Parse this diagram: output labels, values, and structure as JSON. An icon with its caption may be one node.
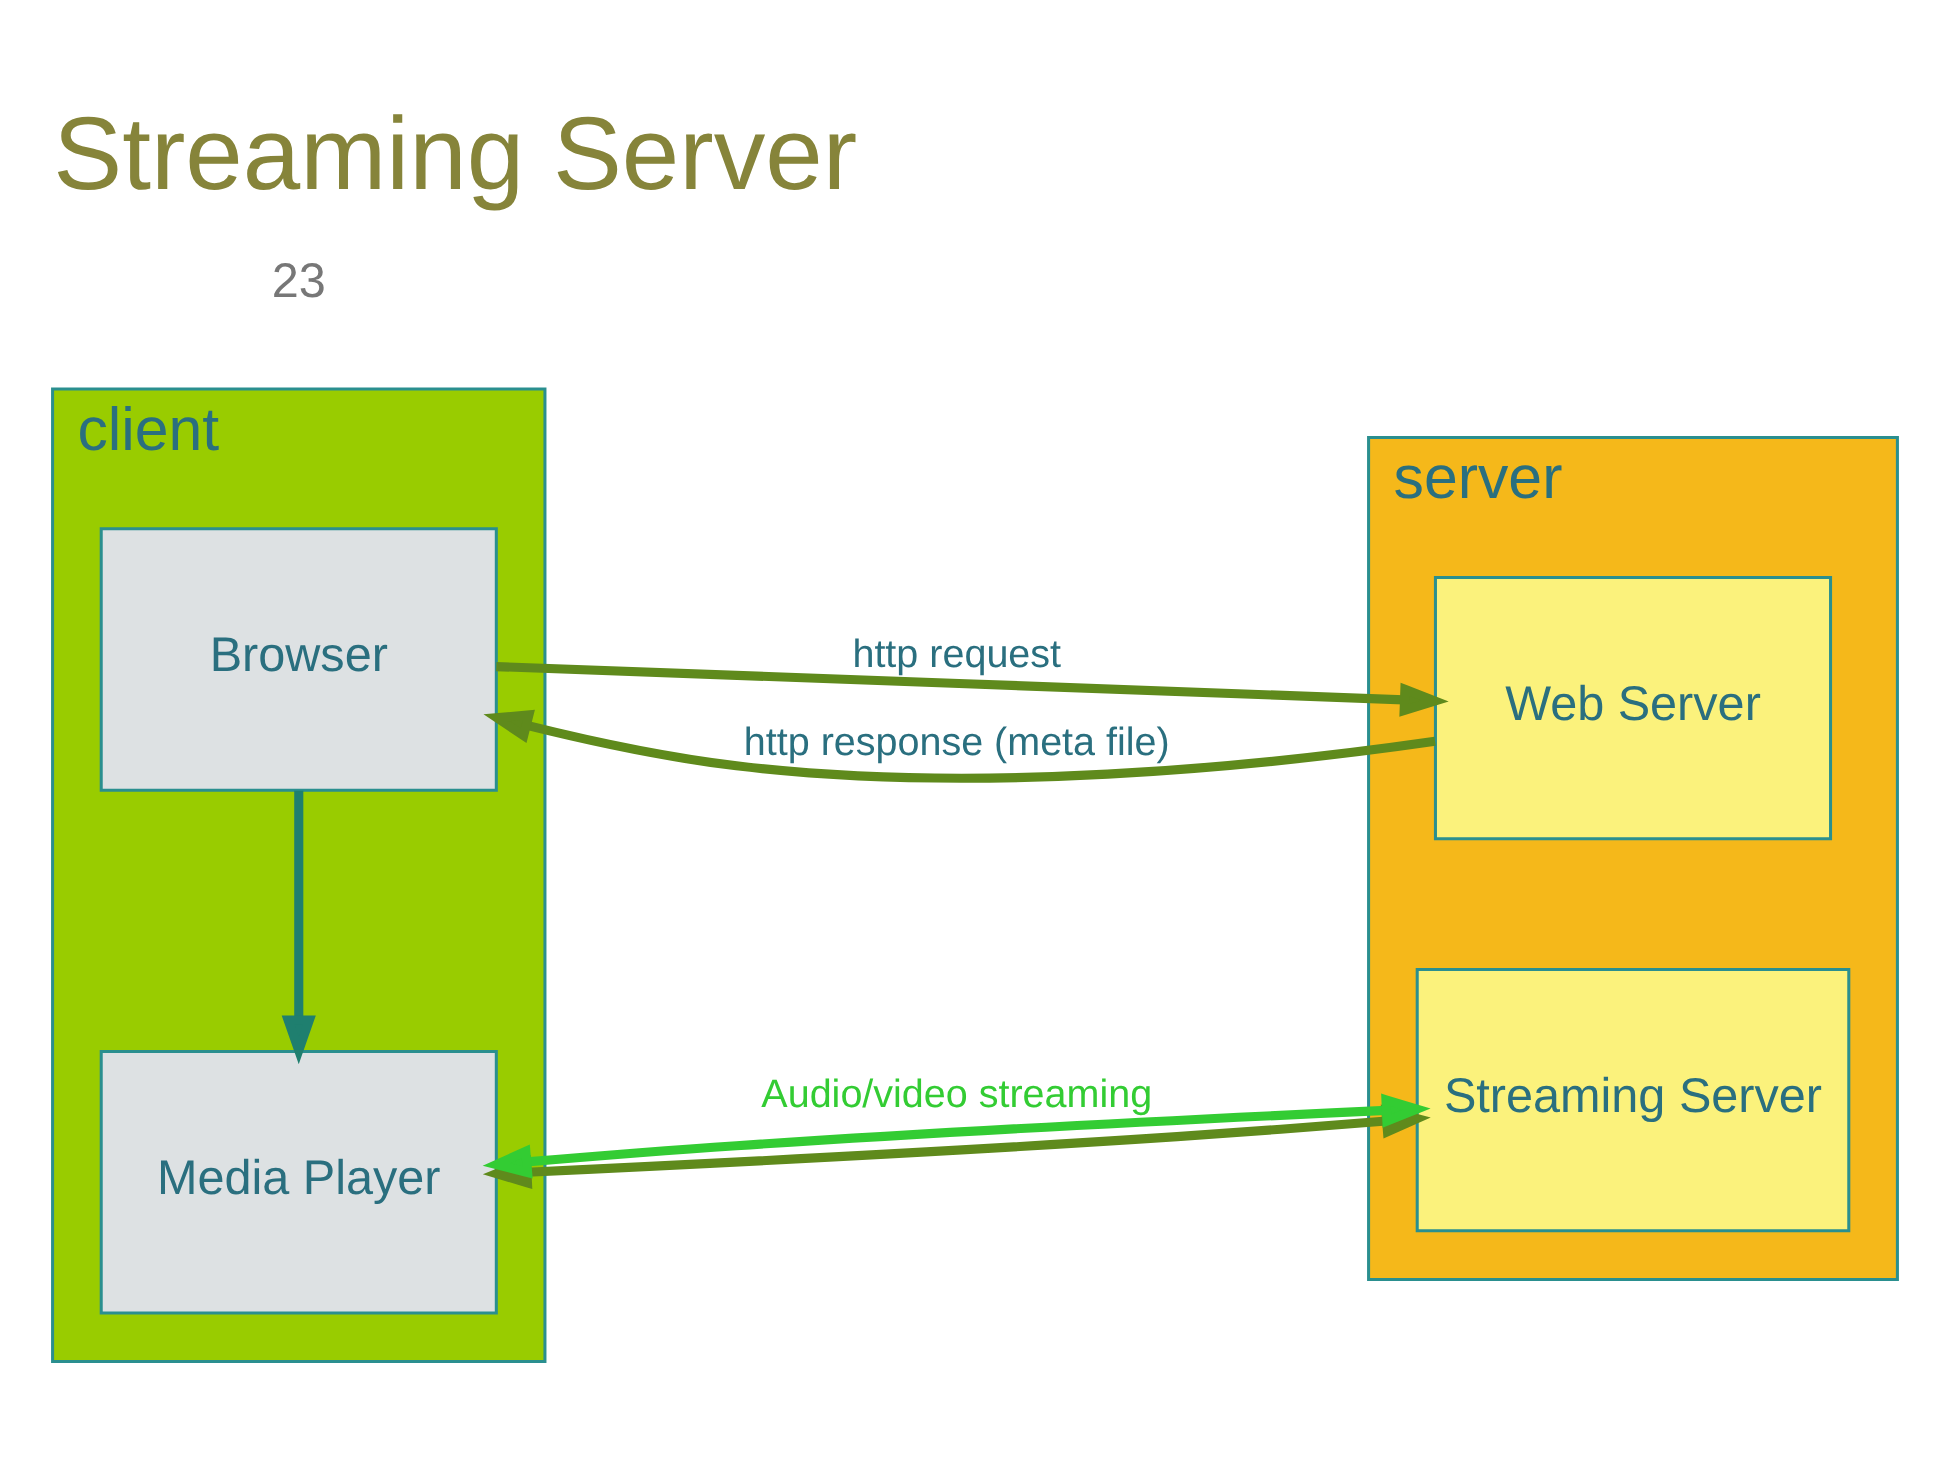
{
  "diagram": {
    "title": "Streaming Server",
    "nodes": [
      {
        "text": [
          "client"
        ]
      },
      {
        "text": [
          "Browser"
        ],
        "in": 0
      },
      {
        "text": [
          "Media Player"
        ],
        "in": 0
      },
      {
        "text": [
          "server"
        ]
      },
      {
        "text": [
          "Web Server"
        ],
        "in": 3
      },
      {
        "text": [
          "Streaming Server"
        ],
        "in": 3
      }
    ],
    "edges": [
      {
        "from": 1,
        "to": 4,
        "arrow": "to",
        "label": "http request"
      },
      {
        "from": 4,
        "to": 1,
        "arrow": "to",
        "label": "http response (meta file)"
      },
      {
        "from": 1,
        "to": 2,
        "arrow": "to",
        "color": "#1f7f6f"
      },
      {
        "from": 2,
        "to": 5,
        "arrow": "both"
      },
      {
        "from": 2,
        "to": 5,
        "arrow": "both",
        "label": "Audio/video streaming",
        "color": "#33cc33"
      }
    ],
    "labels": [
      "23"
    ]
  }
}
